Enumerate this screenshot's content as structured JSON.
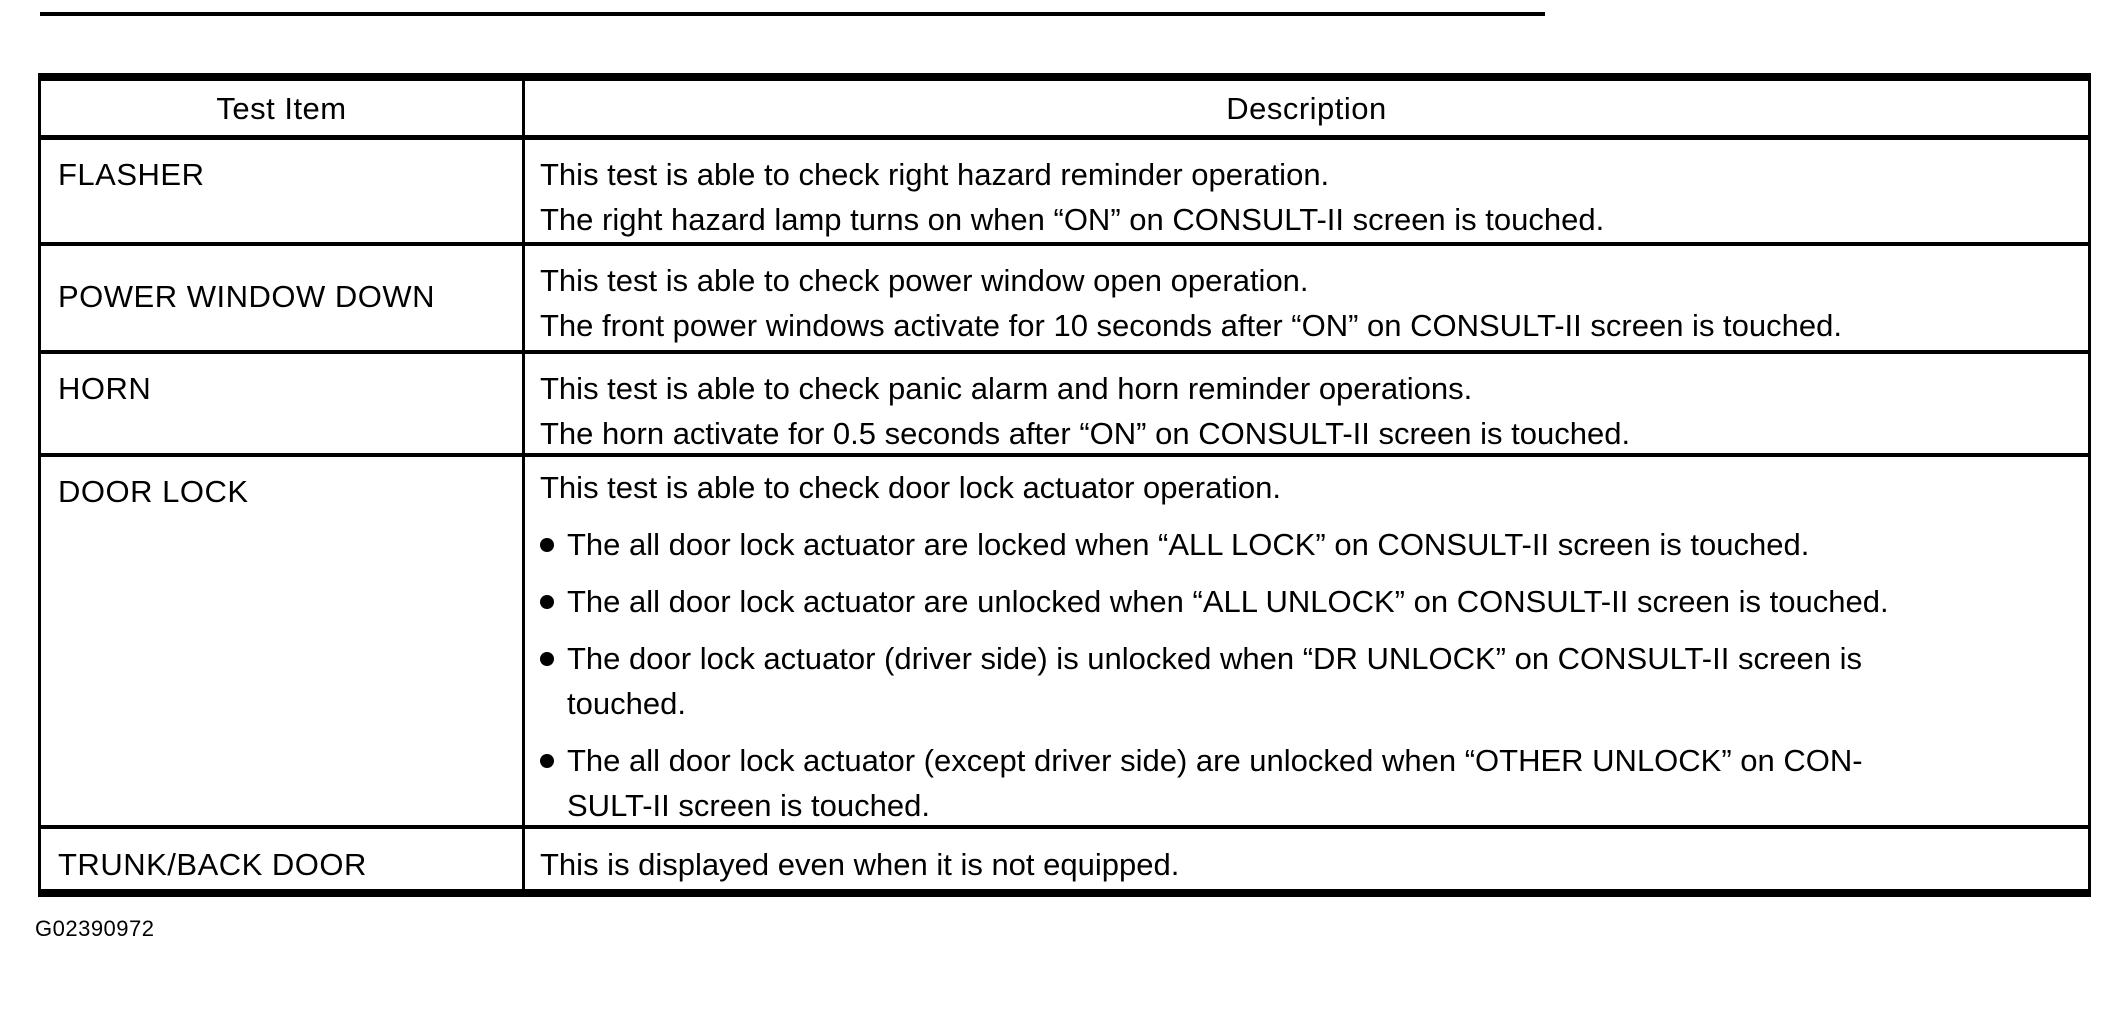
{
  "page": {
    "figure_id": "G02390972"
  },
  "table": {
    "header": {
      "test_item": "Test Item",
      "description": "Description"
    },
    "rows": [
      {
        "item": "FLASHER",
        "lines": [
          "This test is able to check right hazard reminder operation.",
          "The right hazard lamp turns on when “ON” on CONSULT-II screen is touched."
        ]
      },
      {
        "item": "POWER WINDOW DOWN",
        "lines": [
          "This test is able to check power window open operation.",
          "The front power windows activate for 10 seconds after “ON” on CONSULT-II screen is touched."
        ]
      },
      {
        "item": "HORN",
        "lines": [
          "This test is able to check panic alarm and horn reminder operations.",
          "The horn activate for 0.5 seconds after “ON” on CONSULT-II screen is touched."
        ]
      },
      {
        "item": "DOOR LOCK",
        "intro": "This test is able to check door lock actuator operation.",
        "bullets": [
          {
            "lines": [
              "The all door lock actuator are locked when “ALL LOCK” on CONSULT-II screen is touched."
            ]
          },
          {
            "lines": [
              "The all door lock actuator are unlocked when “ALL UNLOCK” on CONSULT-II screen is touched."
            ]
          },
          {
            "lines": [
              "The door lock actuator (driver side) is unlocked when “DR UNLOCK” on CONSULT-II screen is",
              "touched."
            ]
          },
          {
            "lines": [
              "The all door lock actuator (except driver side) are unlocked when “OTHER UNLOCK” on CON-",
              "SULT-II screen is touched."
            ]
          }
        ]
      },
      {
        "item": "TRUNK/BACK DOOR",
        "lines": [
          "This is displayed even when it is not equipped."
        ]
      }
    ]
  },
  "colors": {
    "text": "#000000",
    "background": "#ffffff",
    "rule": "#000000"
  }
}
